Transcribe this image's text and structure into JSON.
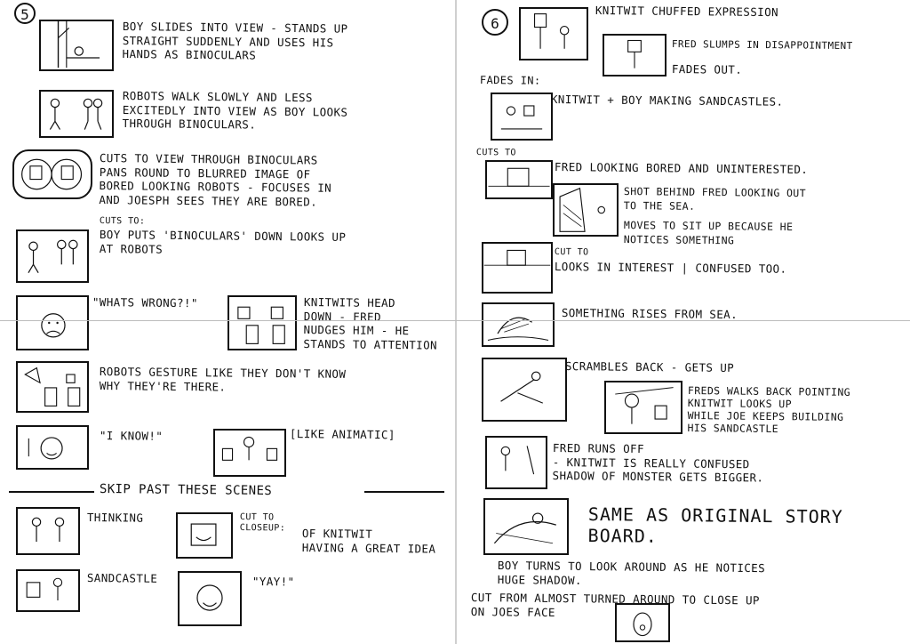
{
  "left": {
    "scene_number": "5",
    "notes": [
      "BOY SLIDES INTO VIEW - STANDS UP\nSTRAIGHT SUDDENLY AND USES HIS\nHANDS AS BINOCULARS",
      "ROBOTS WALK SLOWLY AND LESS\nEXCITEDLY INTO VIEW AS BOY LOOKS\nTHROUGH BINOCULARS.",
      "CUTS TO VIEW THROUGH BINOCULARS\nPANS ROUND TO BLURRED IMAGE OF\nBORED LOOKING ROBOTS - FOCUSES IN\nAND JOESPH SEES THEY ARE BORED.",
      "BOY PUTS 'BINOCULARS' DOWN LOOKS UP\nAT ROBOTS",
      "\"WHATS WRONG?!\"",
      "KNITWITS HEAD\nDOWN - FRED\nNUDGES HIM - HE\nSTANDS TO ATTENTION",
      "ROBOTS GESTURE LIKE THEY DON'T KNOW\nWHY THEY'RE THERE.",
      "\"I KNOW!\"",
      "[LIKE ANIMATIC]",
      "THINKING",
      "CUT TO\nCLOSEUP:",
      "OF KNITWIT\nHAVING A GREAT IDEA",
      "SANDCASTLE",
      "\"YAY!\""
    ],
    "cuts_label": "CUTS TO:",
    "skip_label": "SKIP PAST THESE SCENES"
  },
  "right": {
    "scene_number": "6",
    "notes": [
      "KNITWIT CHUFFED EXPRESSION",
      "FRED SLUMPS IN DISAPPOINTMENT",
      "FADES OUT.",
      "KNITWIT + BOY MAKING SANDCASTLES.",
      "FRED LOOKING BORED AND UNINTERESTED.",
      "SHOT BEHIND FRED LOOKING OUT\nTO THE SEA.",
      "MOVES TO SIT UP BECAUSE HE\nNOTICES SOMETHING",
      "LOOKS IN INTEREST | CONFUSED TOO.",
      "SOMETHING RISES FROM SEA.",
      "SCRAMBLES BACK - GETS UP",
      "FREDS WALKS BACK POINTING\nKNITWIT LOOKS UP\nWHILE JOE KEEPS BUILDING\nHIS SANDCASTLE",
      "FRED RUNS OFF\n- KNITWIT IS REALLY CONFUSED\nSHADOW OF MONSTER GETS BIGGER.",
      "SAME AS ORIGINAL STORY\nBOARD.",
      "BOY TURNS TO LOOK AROUND AS HE NOTICES\nHUGE SHADOW.",
      "CUT FROM ALMOST TURNED AROUND TO CLOSE UP\nON JOES FACE"
    ],
    "fades_label": "FADES IN:",
    "cuts_label": "CUTS TO",
    "cut_to_label": "CUT TO"
  }
}
